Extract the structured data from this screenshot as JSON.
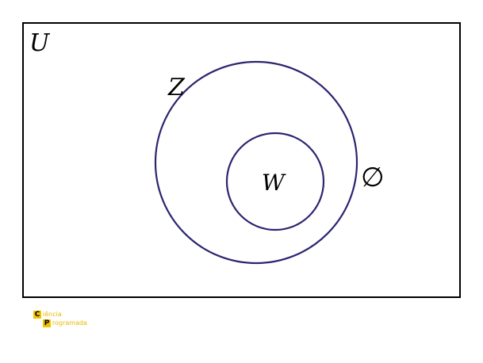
{
  "diagram": {
    "universe_label": "U",
    "outer_set_label": "Z",
    "inner_set_label": "W",
    "empty_set_label": "∅",
    "stroke_color": "#2b2570",
    "frame_color": "#000000"
  },
  "logo": {
    "first_initial": "C",
    "first_word_rest": "iência",
    "second_initial": "P",
    "second_word_rest": "rogramada",
    "accent_color": "#f2c200"
  }
}
